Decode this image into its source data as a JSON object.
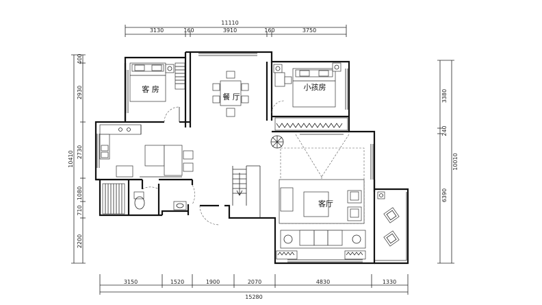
{
  "plan": {
    "rooms": {
      "guest_room": "客 房",
      "dining": "餐 厅",
      "kids_room": "小孩房",
      "living": "客厅"
    },
    "dims": {
      "top_total": "11110",
      "top_segments": [
        "3130",
        "160",
        "3910",
        "160",
        "3750"
      ],
      "bottom_segments": [
        "3150",
        "1520",
        "1900",
        "2070",
        "4830",
        "1330"
      ],
      "bottom_total": "15280",
      "left_segments": [
        "400",
        "2930",
        "2730",
        "1080",
        "710",
        "2200"
      ],
      "left_total": "10410",
      "right_segments": [
        "3380",
        "240",
        "6390"
      ],
      "right_total": "10010"
    }
  }
}
